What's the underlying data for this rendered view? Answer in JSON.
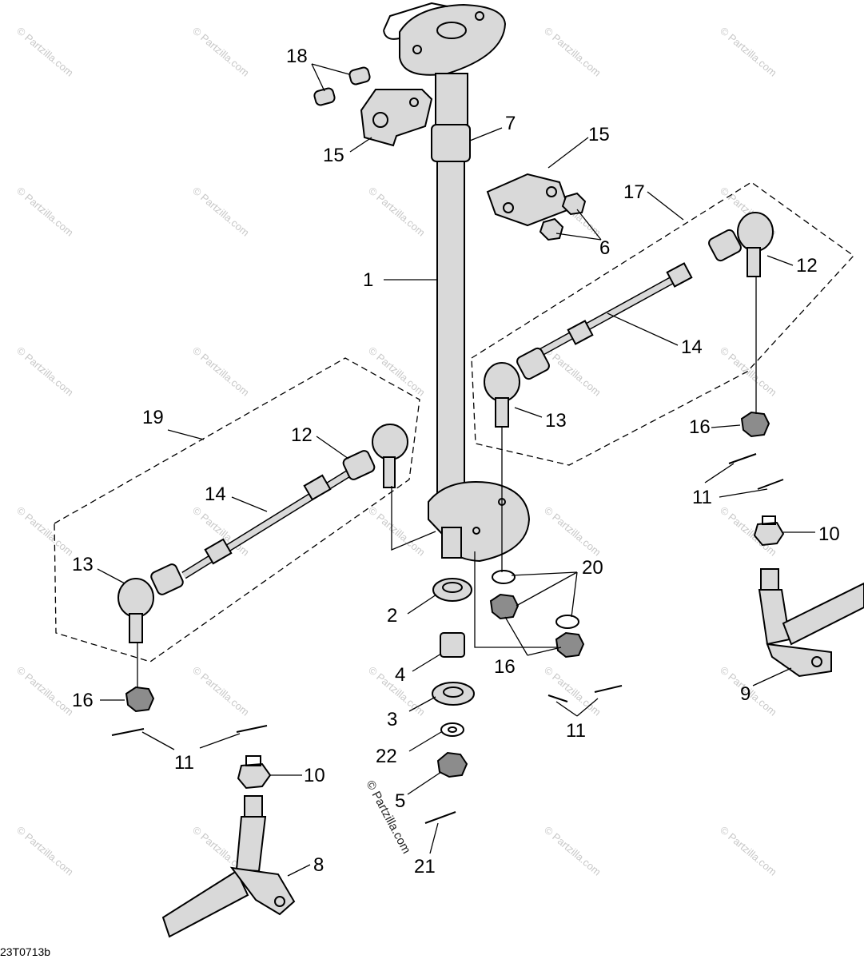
{
  "diagram": {
    "drawing_number": "23T0713b",
    "copyright_stamp": "© Partzilla.com",
    "watermark_text": "© Partzilla.com",
    "callouts": [
      {
        "id": "c18",
        "label": "18"
      },
      {
        "id": "c7",
        "label": "7"
      },
      {
        "id": "c15a",
        "label": "15"
      },
      {
        "id": "c15b",
        "label": "15"
      },
      {
        "id": "c17",
        "label": "17"
      },
      {
        "id": "c6",
        "label": "6"
      },
      {
        "id": "c12a",
        "label": "12"
      },
      {
        "id": "c1",
        "label": "1"
      },
      {
        "id": "c14a",
        "label": "14"
      },
      {
        "id": "c13a",
        "label": "13"
      },
      {
        "id": "c16a",
        "label": "16"
      },
      {
        "id": "c19",
        "label": "19"
      },
      {
        "id": "c12b",
        "label": "12"
      },
      {
        "id": "c14b",
        "label": "14"
      },
      {
        "id": "c11a",
        "label": "11"
      },
      {
        "id": "c10a",
        "label": "10"
      },
      {
        "id": "c13b",
        "label": "13"
      },
      {
        "id": "c20",
        "label": "20"
      },
      {
        "id": "c2",
        "label": "2"
      },
      {
        "id": "c4",
        "label": "4"
      },
      {
        "id": "c16b",
        "label": "16"
      },
      {
        "id": "c9",
        "label": "9"
      },
      {
        "id": "c16c",
        "label": "16"
      },
      {
        "id": "c3",
        "label": "3"
      },
      {
        "id": "c11b",
        "label": "11"
      },
      {
        "id": "c22",
        "label": "22"
      },
      {
        "id": "c11c",
        "label": "11"
      },
      {
        "id": "c10b",
        "label": "10"
      },
      {
        "id": "c5",
        "label": "5"
      },
      {
        "id": "c8",
        "label": "8"
      },
      {
        "id": "c21",
        "label": "21"
      }
    ]
  }
}
